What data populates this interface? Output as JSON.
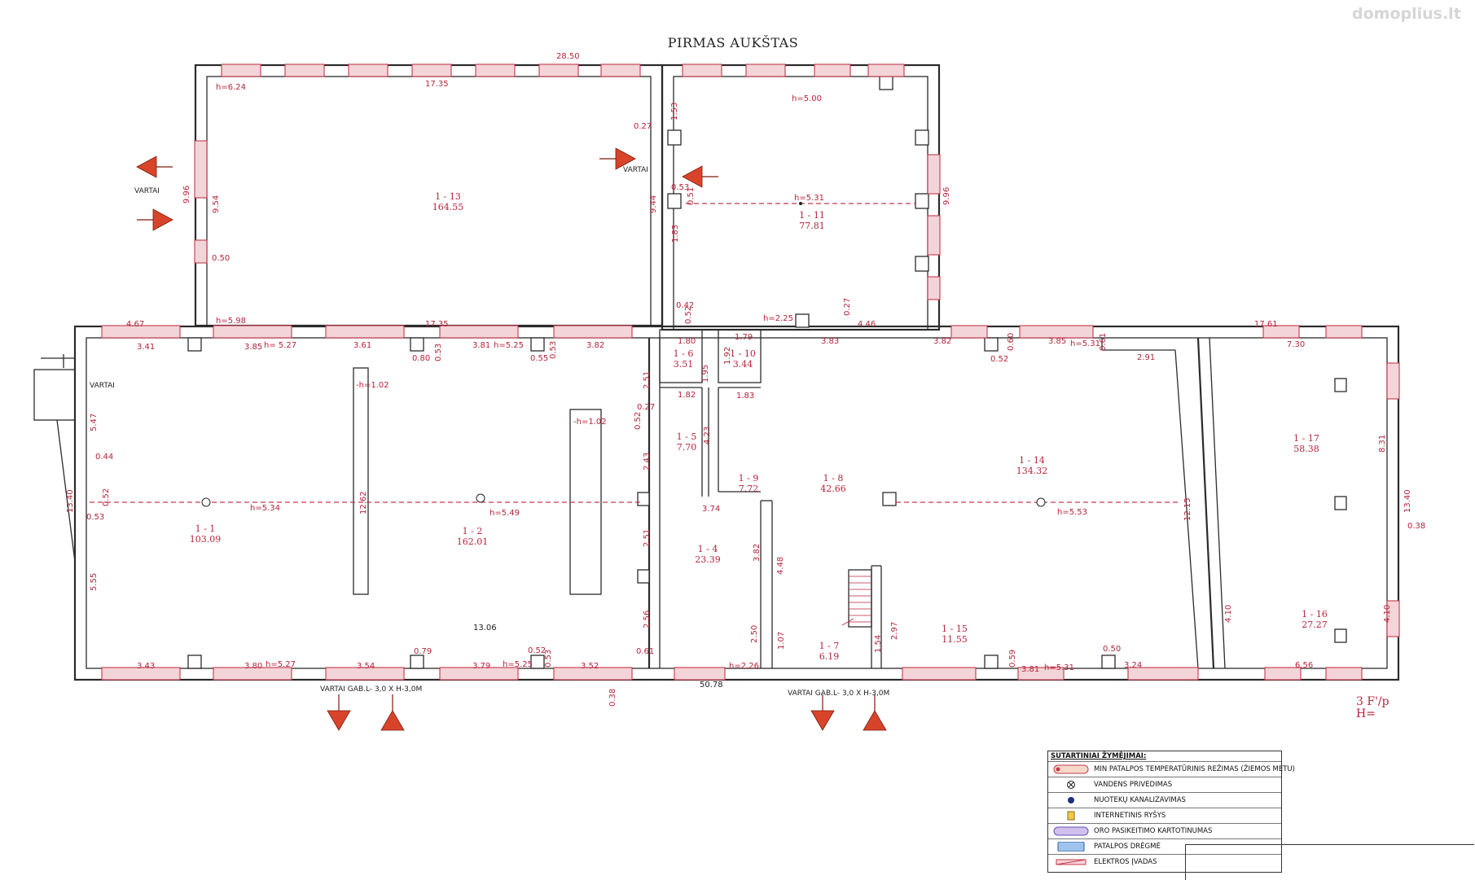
{
  "header": {
    "title": "PIRMAS AUKŠTAS",
    "watermark": "domoplius.lt"
  },
  "rooms": [
    {
      "id": "1 - 13",
      "area": "164.55"
    },
    {
      "id": "1 - 11",
      "area": "77.81"
    },
    {
      "id": "1 - 1",
      "area": "103.09"
    },
    {
      "id": "1 - 2",
      "area": "162.01"
    },
    {
      "id": "1 - 6",
      "area": "3.51"
    },
    {
      "id": "1 - 10",
      "area": "3.44"
    },
    {
      "id": "1 - 5",
      "area": "7.70"
    },
    {
      "id": "1 - 4",
      "area": "23.39"
    },
    {
      "id": "1 - 9",
      "area": "7.72"
    },
    {
      "id": "1 - 8",
      "area": "42.66"
    },
    {
      "id": "1 - 7",
      "area": "6.19"
    },
    {
      "id": "1 - 14",
      "area": "134.32"
    },
    {
      "id": "1 - 15",
      "area": "11.55"
    },
    {
      "id": "1 - 17",
      "area": "58.38"
    },
    {
      "id": "1 - 16",
      "area": "27.27"
    }
  ],
  "gate_labels": {
    "vartai_left": "VARTAI",
    "vartai_top": "VARTAI",
    "vartai_porch": "VARTAI",
    "vartai_bottom_left": "VARTAI GAB.L- 3,0 X H-3,0M",
    "vartai_bottom_right": "VARTAI GAB.L- 3,0 X H-3,0M"
  },
  "dimensions": {
    "top_total": "28.50",
    "top_left": "17.35",
    "h_624": "h=6.24",
    "left_996": "9.96",
    "left_954": "9.54",
    "d_050": "0.50",
    "h_598": "h=5.98",
    "d_027": "0.27",
    "d_153": "1.53",
    "h_500": "h=5.00",
    "d_944": "9.44",
    "d_053a": "0.53",
    "d_051": "0.51",
    "h_531a": "h=5.31",
    "right_996": "9.96",
    "d_183": "1.83",
    "d_042": "0.42",
    "d_052a": "0.52",
    "h_225": "h=2.25",
    "d_027b": "0.27",
    "d_446": "4.46",
    "d_383": "3.83",
    "d_467": "4.67",
    "d_1735b": "17.35",
    "d_1761": "17.61",
    "d_341": "3.41",
    "d_385": "3.85",
    "h_527a": "h= 5.27",
    "d_361": "3.61",
    "d_053b": "0.53",
    "d_381": "3.81",
    "h_525a": "h=5.25",
    "d_053c": "0.53",
    "d_382": "3.82",
    "d_080": "0.80",
    "d_055": "0.55",
    "d_180": "1.80",
    "d_179": "1.79",
    "d_195": "1.95",
    "d_192": "1.92",
    "d_182": "1.82",
    "d_183b": "1.83",
    "d_382b": "3.82",
    "d_060": "0.60",
    "d_385b": "3.85",
    "h_531b": "h=5.31",
    "d_061": "0.61",
    "d_052b": "0.52",
    "d_291": "2.91",
    "d_730": "7.30",
    "h_102a": "-h=1.02",
    "h_102b": "-h=1.02",
    "d_251a": "2.51",
    "d_027c": "0.27",
    "d_052c": "0.52",
    "d_243": "2.43",
    "d_251b": "2.51",
    "d_256": "2.56",
    "d_547": "5.47",
    "d_044": "0.44",
    "d_1340": "13.40",
    "d_052d": "0.52",
    "d_053d": "0.53",
    "h_534": "h=5.34",
    "d_1262": "12.62",
    "h_549": "h=5.49",
    "d_555": "5.55",
    "d_1306": "13.06",
    "d_423": "4.23",
    "d_374": "3.74",
    "d_382c": "3.82",
    "d_448": "4.48",
    "d_250": "2.50",
    "d_107": "1.07",
    "d_154": "1.54",
    "d_297": "2.97",
    "h_553": "h=5.53",
    "d_1215": "12.15",
    "d_831": "8.31",
    "d_1340b": "13.40",
    "d_038": "0.38",
    "d_410a": "4.10",
    "d_410b": "4.10",
    "d_343": "3.43",
    "d_380": "3.80",
    "h_527b": "h=5.27",
    "d_354": "3.54",
    "d_079": "0.79",
    "d_379": "3.79",
    "h_525b": "h=5.25",
    "d_052e": "0.52",
    "d_053e": "0.53",
    "d_352": "3.52",
    "d_061b": "0.61",
    "d_038b": "0.38",
    "h_226": "h=2.26",
    "d_5078": "50.78",
    "d_059": "0.59",
    "d_381b": "3.81",
    "h_531c": "h=5.31",
    "d_050b": "0.50",
    "d_324": "3.24",
    "d_656": "6.56"
  },
  "scale_note": {
    "line1": "3 F'/p",
    "line2": "H="
  },
  "legend": {
    "title": "SUTARTINIAI ŽYMĖJIMAI:",
    "rows": [
      {
        "icon": "temperature-badge-icon",
        "text": "MIN PATALPOS TEMPERATŪRINIS REŽIMAS (ŽIEMOS METU)"
      },
      {
        "icon": "water-supply-icon",
        "text": "VANDENS PRIVEDIMAS"
      },
      {
        "icon": "sewage-icon",
        "text": "NUOTEKŲ KANALIZAVIMAS"
      },
      {
        "icon": "internet-icon",
        "text": "INTERNETINIS RYŠYS"
      },
      {
        "icon": "ventilation-icon",
        "text": "ORO PASIKEITIMO KARTOTINUMAS"
      },
      {
        "icon": "humidity-icon",
        "text": "PATALPOS DRĖGMĖ"
      },
      {
        "icon": "electric-input-icon",
        "text": "ELEKTROS ĮVADAS"
      }
    ]
  },
  "colors": {
    "wall": "#2b2b2b",
    "dimension": "#b5243a",
    "arrow": "#d8442a",
    "window_fill": "#f3d4d9"
  }
}
